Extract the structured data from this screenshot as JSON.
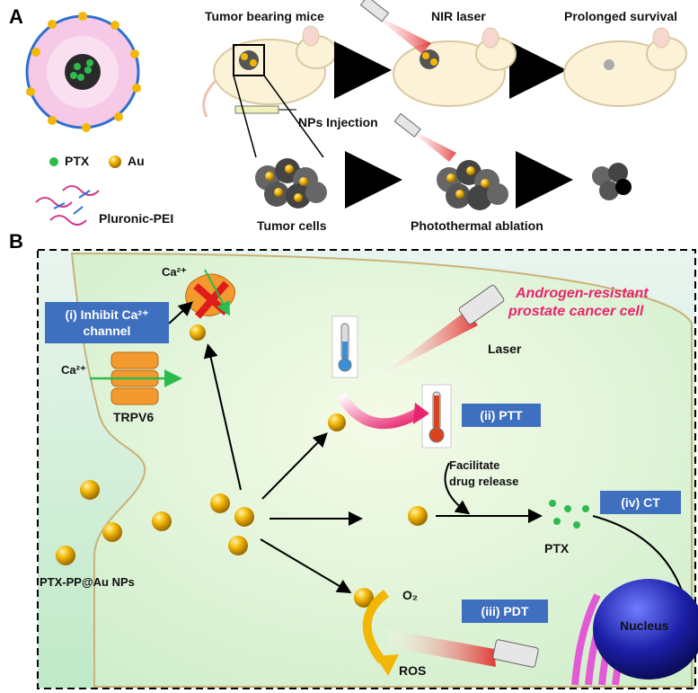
{
  "panel_a": {
    "letter": "A",
    "tumor_bearing_mice": "Tumor bearing mice",
    "nir_laser": "NIR laser",
    "prolonged_survival": "Prolonged survival",
    "nps_injection": "NPs Injection",
    "legend_ptx": "PTX",
    "legend_au": "Au",
    "legend_pluronic": "Pluronic-PEI",
    "tumor_cells": "Tumor cells",
    "photothermal_ablation": "Photothermal ablation"
  },
  "panel_b": {
    "letter": "B",
    "ca_top": "Ca²⁺",
    "ca_left": "Ca²⁺",
    "inhibit_line1": "(i) Inhibit Ca²⁺",
    "inhibit_line2": "channel",
    "trpv6": "TRPV6",
    "cell_title_line1": "Androgen-resistant",
    "cell_title_line2": "prostate cancer cell",
    "laser": "Laser",
    "ptt": "(ii) PTT",
    "facilitate_line1": "Facilitate",
    "facilitate_line2": "drug release",
    "ct": "(iv) CT",
    "ptx": "PTX",
    "nps": "PTX-PP@Au NPs",
    "o2": "O₂",
    "pdt": "(iii) PDT",
    "ros": "ROS",
    "nucleus": "Nucleus"
  },
  "colors": {
    "gold": "#f2b705",
    "box_blue": "#3f6fbf",
    "title_pink": "#e8246e",
    "channel_orange": "#f39a2e",
    "nucleus_blue": "#1c1fa8",
    "er_magenta": "#e35ad6",
    "arrow_green": "#2dbb4e"
  }
}
